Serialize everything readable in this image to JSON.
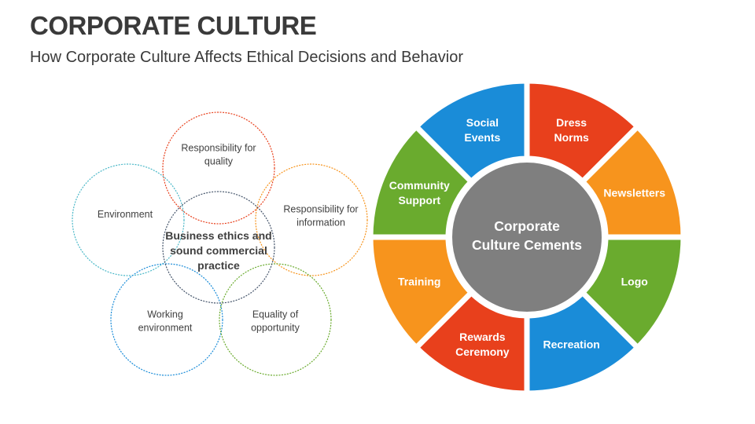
{
  "title": "CORPORATE CULTURE",
  "subtitle": "How Corporate Culture Affects Ethical Decisions and Behavior",
  "venn": {
    "center": {
      "lines": [
        "Business ethics and",
        "sound commercial",
        "practice"
      ],
      "color": "#44546a"
    },
    "circles": [
      {
        "lines": [
          "Responsibility for",
          "quality"
        ],
        "color": "#e8401c"
      },
      {
        "lines": [
          "Environment"
        ],
        "color": "#4bb8c8"
      },
      {
        "lines": [
          "Responsibility for",
          "information"
        ],
        "color": "#f7941d"
      },
      {
        "lines": [
          "Working",
          "environment"
        ],
        "color": "#1a8cd8"
      },
      {
        "lines": [
          "Equality of",
          "opportunity"
        ],
        "color": "#6aab2e"
      }
    ]
  },
  "wheel": {
    "center": {
      "lines": [
        "Corporate",
        "Culture Cements"
      ],
      "color": "#7f7f7f"
    },
    "segments": [
      {
        "lines": [
          "Dress",
          "Norms"
        ],
        "color": "#e8401c"
      },
      {
        "lines": [
          "Newsletters"
        ],
        "color": "#f7941d"
      },
      {
        "lines": [
          "Logo"
        ],
        "color": "#6aab2e"
      },
      {
        "lines": [
          "Recreation"
        ],
        "color": "#1a8cd8"
      },
      {
        "lines": [
          "Rewards",
          "Ceremony"
        ],
        "color": "#e8401c"
      },
      {
        "lines": [
          "Training"
        ],
        "color": "#f7941d"
      },
      {
        "lines": [
          "Community",
          "Support"
        ],
        "color": "#6aab2e"
      },
      {
        "lines": [
          "Social",
          "Events"
        ],
        "color": "#1a8cd8"
      }
    ]
  }
}
